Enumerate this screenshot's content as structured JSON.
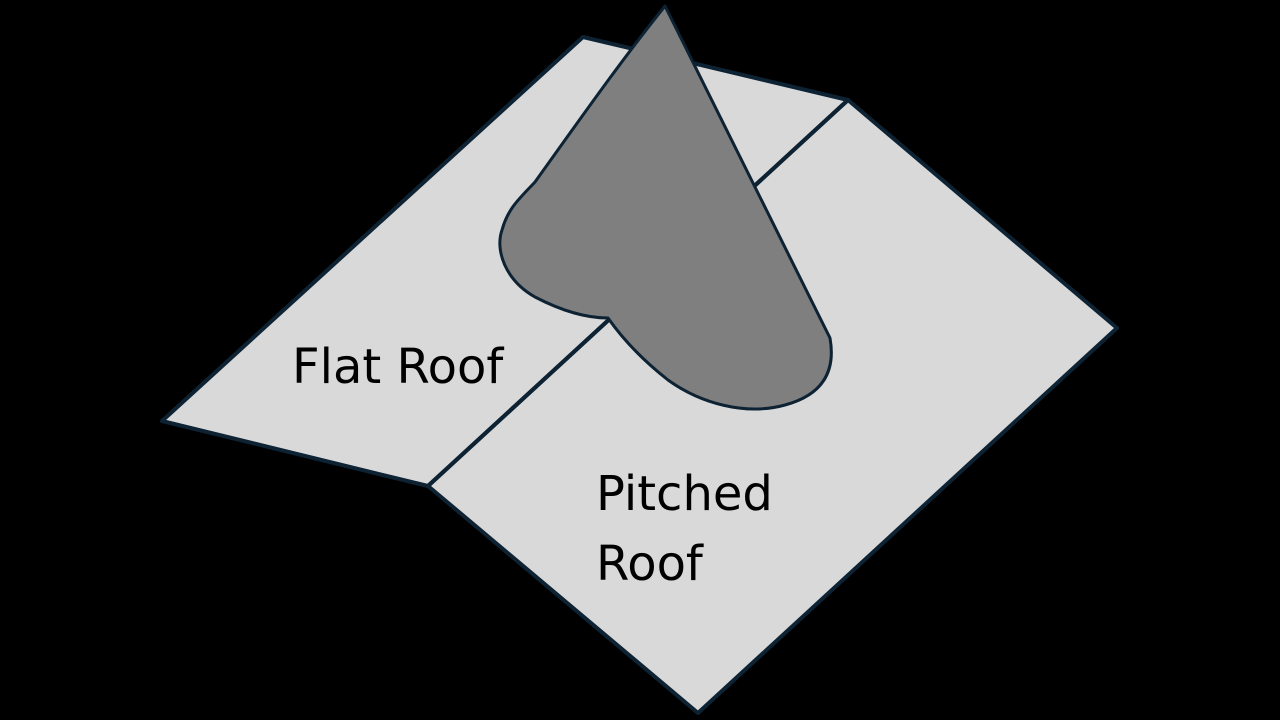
{
  "labels": {
    "flat_roof": "Flat Roof",
    "pitched_roof_line1": "Pitched",
    "pitched_roof_line2": "Roof"
  },
  "colors": {
    "background": "#000000",
    "roof_fill": "#d9d9d9",
    "outline": "#0d2233",
    "flashing_fill": "#7f7f7f",
    "text": "#000000"
  }
}
